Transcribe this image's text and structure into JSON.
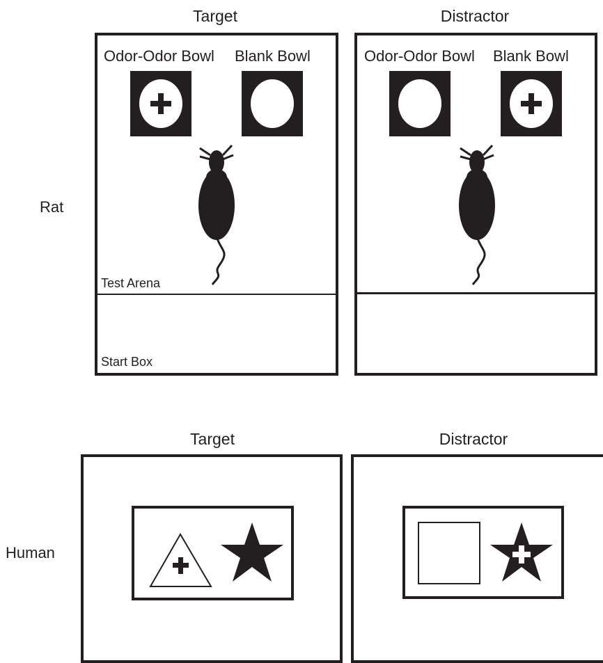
{
  "rat_section": {
    "row_label": "Rat",
    "target": {
      "title": "Target",
      "bowl_left_label": "Odor-Odor Bowl",
      "bowl_right_label": "Blank Bowl",
      "arena_label": "Test Arena",
      "start_label": "Start Box"
    },
    "distractor": {
      "title": "Distractor",
      "bowl_left_label": "Odor-Odor Bowl",
      "bowl_right_label": "Blank Bowl"
    }
  },
  "human_section": {
    "row_label": "Human",
    "target": {
      "title": "Target"
    },
    "distractor": {
      "title": "Distractor"
    }
  },
  "colors": {
    "ink": "#231f20",
    "background": "#ffffff"
  }
}
